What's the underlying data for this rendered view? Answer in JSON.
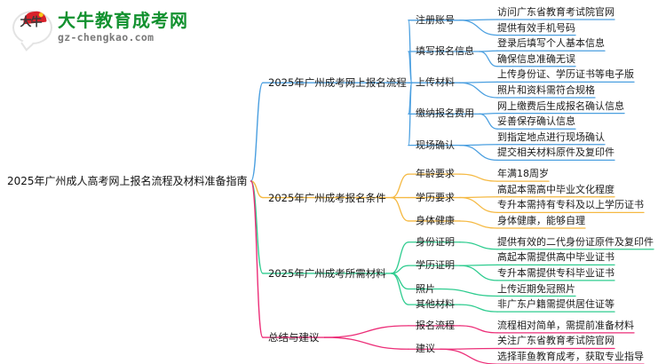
{
  "logo": {
    "mark_text": "大牛",
    "title": "大牛教育成考网",
    "subtitle": "gz-chengkao.com",
    "title_color": "#12912f",
    "mark_color": "#d8212b"
  },
  "mindmap": {
    "root": {
      "label": "2025年广州成人高考网上报名流程及材料准备指南"
    },
    "branch_colors": {
      "blue": "#4a9fe0",
      "orange": "#f5b942",
      "green": "#2ecc8f",
      "pink": "#ec2e78"
    },
    "branches": [
      {
        "label": "2025年广州成考网上报名流程",
        "color": "#4a9fe0",
        "children": [
          {
            "label": "注册账号",
            "leaves": [
              "访问广东省教育考试院官网",
              "提供有效手机号码"
            ]
          },
          {
            "label": "填写报名信息",
            "leaves": [
              "登录后填写个人基本信息",
              "确保信息准确无误"
            ]
          },
          {
            "label": "上传材料",
            "leaves": [
              "上传身份证、学历证书等电子版",
              "照片和资料需符合规格"
            ]
          },
          {
            "label": "缴纳报名费用",
            "leaves": [
              "网上缴费后生成报名确认信息",
              "妥善保存确认信息"
            ]
          },
          {
            "label": "现场确认",
            "leaves": [
              "到指定地点进行现场确认",
              "提交相关材料原件及复印件"
            ]
          }
        ]
      },
      {
        "label": "2025年广州成考报名条件",
        "color": "#f5b942",
        "children": [
          {
            "label": "年龄要求",
            "leaves": [
              "年满18周岁"
            ]
          },
          {
            "label": "学历要求",
            "leaves": [
              "高起本需高中毕业文化程度",
              "专升本需持有专科及以上学历证书"
            ]
          },
          {
            "label": "身体健康",
            "leaves": [
              "身体健康，能够自理"
            ]
          }
        ]
      },
      {
        "label": "2025年广州成考所需材料",
        "color": "#2ecc8f",
        "children": [
          {
            "label": "身份证明",
            "leaves": [
              "提供有效的二代身份证原件及复印件"
            ]
          },
          {
            "label": "学历证明",
            "leaves": [
              "高起本需提供高中毕业证书",
              "专升本需提供专科毕业证书"
            ]
          },
          {
            "label": "照片",
            "leaves": [
              "上传近期免冠照片"
            ]
          },
          {
            "label": "其他材料",
            "leaves": [
              "非广东户籍需提供居住证等"
            ]
          }
        ]
      },
      {
        "label": "总结与建议",
        "color": "#ec2e78",
        "children": [
          {
            "label": "报名流程",
            "leaves": [
              "流程相对简单，需提前准备材料"
            ]
          },
          {
            "label": "建议",
            "leaves": [
              "关注广东省教育考试院官网",
              "选择菲鱼教育成考，获取专业指导"
            ]
          }
        ]
      }
    ]
  }
}
